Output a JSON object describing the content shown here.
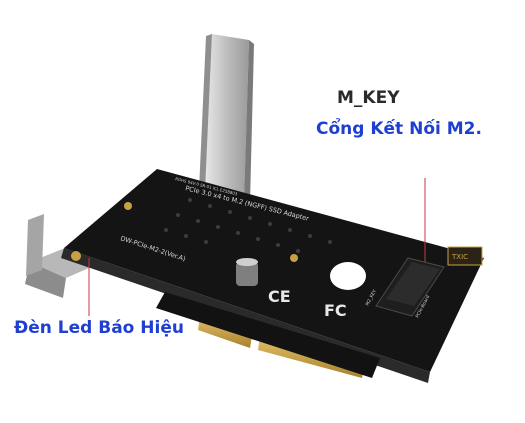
{
  "labels": {
    "m_key": "M_KEY",
    "port": "Cổng Kết Nối M2.",
    "led": "Đèn Led Báo Hiệu"
  },
  "board_print": {
    "top_line": "PCIe 3.0 x4 to M.2 (NGFF) SSD Adapter",
    "model": "DW-PCIe-M2-2(Ver.A)",
    "ce": "CE",
    "fc": "FC",
    "txic": "TXIC",
    "m2_key": "M2_KEY",
    "pcie_board": "PCIe-Board",
    "cert": "ROHS 94V-0 SR-01 ICL E258803"
  },
  "colors": {
    "label_dark": "#2a2a2a",
    "label_blue": "#1e3fd1",
    "pointer_red": "#c73a3a",
    "board": "#111111",
    "gold": "#c9a046",
    "bracket": "#c8c8c8"
  }
}
